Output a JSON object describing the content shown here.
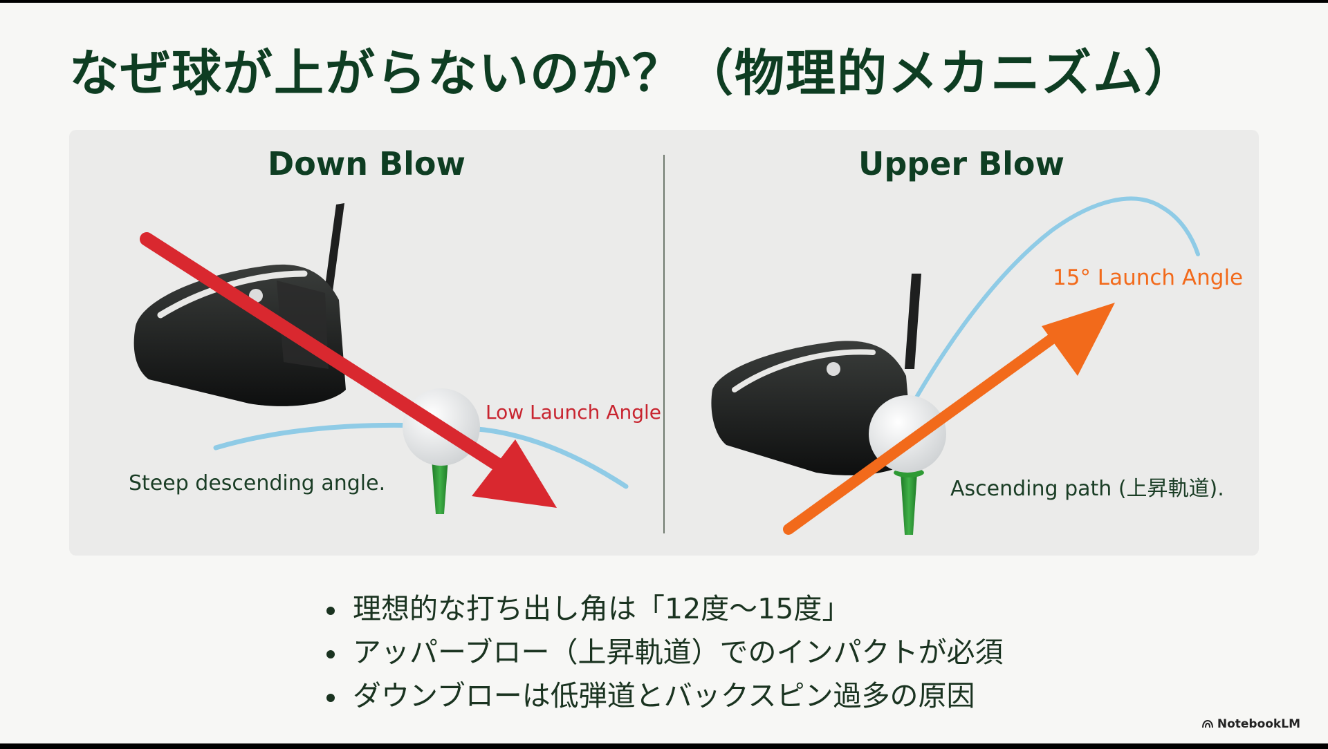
{
  "slide": {
    "title": "なぜ球が上がらないのか？（物理的メカニズム）",
    "left": {
      "heading": "Down Blow",
      "path_label": "Low Launch Angle",
      "caption": "Steep descending angle."
    },
    "right": {
      "heading": "Upper Blow",
      "path_label": "15° Launch Angle",
      "caption": "Ascending path (上昇軌道)."
    },
    "bullets": [
      "理想的な打ち出し角は「12度〜15度」",
      "アッパーブロー（上昇軌道）でのインパクトが必須",
      "ダウンブローは低弾道とバックスピン過多の原因"
    ],
    "branding": "NotebookLM"
  },
  "colors": {
    "title": "#0e3d22",
    "red_arrow": "#d9282f",
    "orange_arrow": "#f26a1b",
    "trajectory": "#8fcbe6",
    "tee": "#2e9a34"
  },
  "icons": [
    "golf-driver-icon",
    "golf-ball-icon",
    "golf-tee-icon",
    "notebooklm-logo-icon"
  ]
}
